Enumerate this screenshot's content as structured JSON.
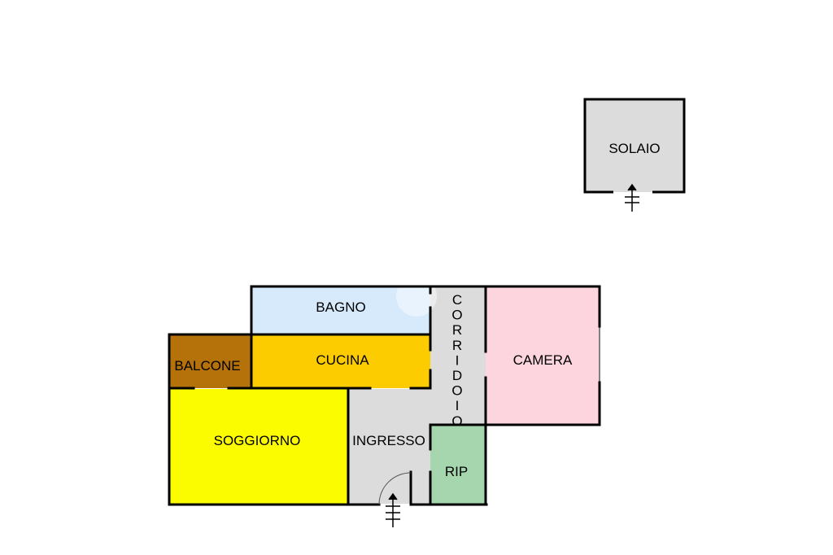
{
  "rooms": {
    "solaio": {
      "label": "SOLAIO",
      "color": "#dcdcdc"
    },
    "bagno": {
      "label": "BAGNO",
      "color": "#d6eafc"
    },
    "corridoio": {
      "label": "CORRIDOIO",
      "color": "#dcdcdc"
    },
    "camera": {
      "label": "CAMERA",
      "color": "#fcd5de"
    },
    "balcone": {
      "label": "BALCONE",
      "color": "#b5720a"
    },
    "cucina": {
      "label": "CUCINA",
      "color": "#fccc00"
    },
    "soggiorno": {
      "label": "SOGGIORNO",
      "color": "#fcfc00"
    },
    "ingresso": {
      "label": "INGRESSO",
      "color": "#dcdcdc"
    },
    "rip": {
      "label": "RIP",
      "color": "#a5d6ae"
    }
  },
  "wall_color": "#000000"
}
